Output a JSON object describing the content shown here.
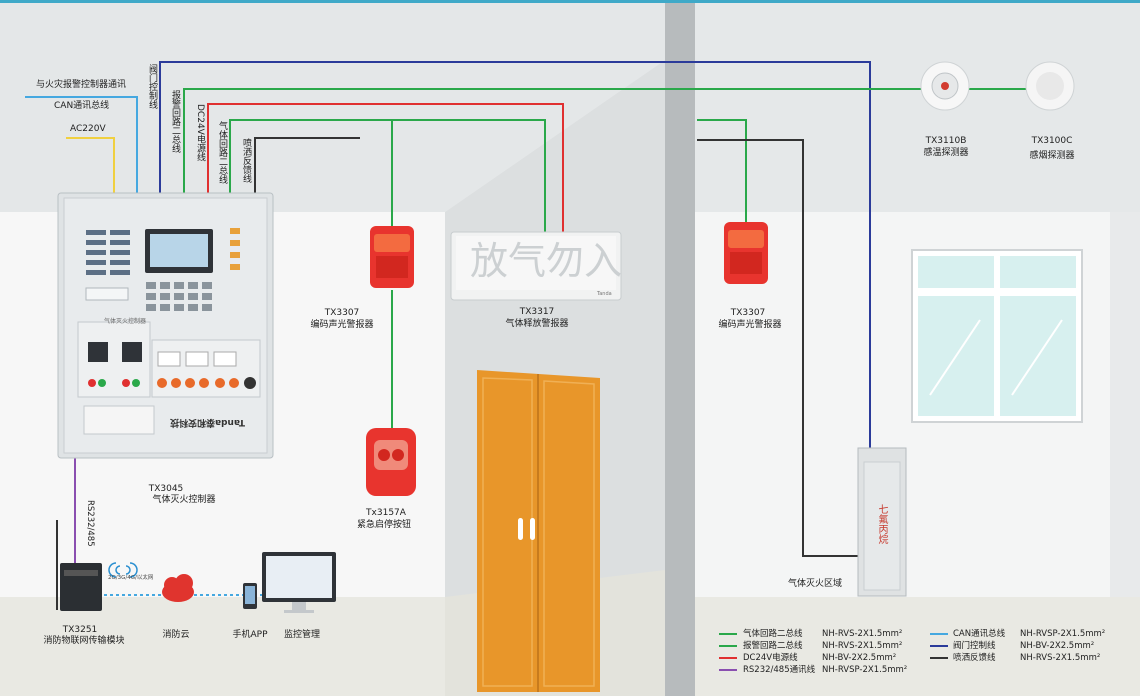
{
  "top_labels": {
    "fire_alarm_comm": "与火灾报警控制器通讯",
    "can_bus": "CAN通讯总线",
    "ac220": "AC220V",
    "valve_ctrl": "阀门控制线",
    "alarm_loop": "报警回路二总线",
    "dc24": "DC24V电源线",
    "gas_loop": "气体回路二总线",
    "spray_feedback": "喷洒反馈线"
  },
  "devices": {
    "controller": {
      "model": "TX3045",
      "name": "气体灭火控制器",
      "brand": "Tanda泰和安科技",
      "panel_title": "气体灭火控制器"
    },
    "alarm1": {
      "model": "TX3307",
      "name": "编码声光警报器"
    },
    "release_sign": {
      "model": "TX3317",
      "name": "气体释放警报器",
      "sign_text": "放气勿入",
      "brand": "Tanda"
    },
    "button": {
      "model": "Tx3157A",
      "name": "紧急启停按钮"
    },
    "alarm2": {
      "model": "TX3307",
      "name": "编码声光警报器"
    },
    "heat_detector": {
      "model": "TX3110B",
      "name": "感温探测器"
    },
    "smoke_detector": {
      "model": "TX3100C",
      "name": "感烟探测器"
    },
    "iot_module": {
      "model": "TX3251",
      "name": "消防物联网传输模块"
    },
    "cloud": {
      "name": "消防云"
    },
    "phone": {
      "name": "手机APP"
    },
    "monitor": {
      "name": "监控管理"
    },
    "cylinder": {
      "text": "七氟丙烷"
    }
  },
  "labels": {
    "rs485": "RS232/485",
    "network": "2G/3G/4G/以太网",
    "zone": "气体灭火区域"
  },
  "legend": [
    {
      "name": "气体回路二总线",
      "spec": "NH-RVS-2X1.5mm²",
      "color": "#2aa84a"
    },
    {
      "name": "报警回路二总线",
      "spec": "NH-RVS-2X1.5mm²",
      "color": "#2aa84a"
    },
    {
      "name": "DC24V电源线",
      "spec": "NH-BV-2X2.5mm²",
      "color": "#e03030"
    },
    {
      "name": "RS232/485通讯线",
      "spec": "NH-RVSP-2X1.5mm²",
      "color": "#8a4fb0"
    },
    {
      "name": "CAN通讯总线",
      "spec": "NH-RVSP-2X1.5mm²",
      "color": "#45a8e0"
    },
    {
      "name": "阀门控制线",
      "spec": "NH-BV-2X2.5mm²",
      "color": "#2b3b9a"
    },
    {
      "name": "喷洒反馈线",
      "spec": "NH-RVS-2X1.5mm²",
      "color": "#333333"
    }
  ],
  "colors": {
    "green": "#2aa84a",
    "red": "#e03030",
    "blue": "#2b3b9a",
    "black": "#333333",
    "cyan": "#45a8e0",
    "yellow": "#f0d040",
    "purple": "#8a4fb0",
    "door": "#e8962a"
  }
}
